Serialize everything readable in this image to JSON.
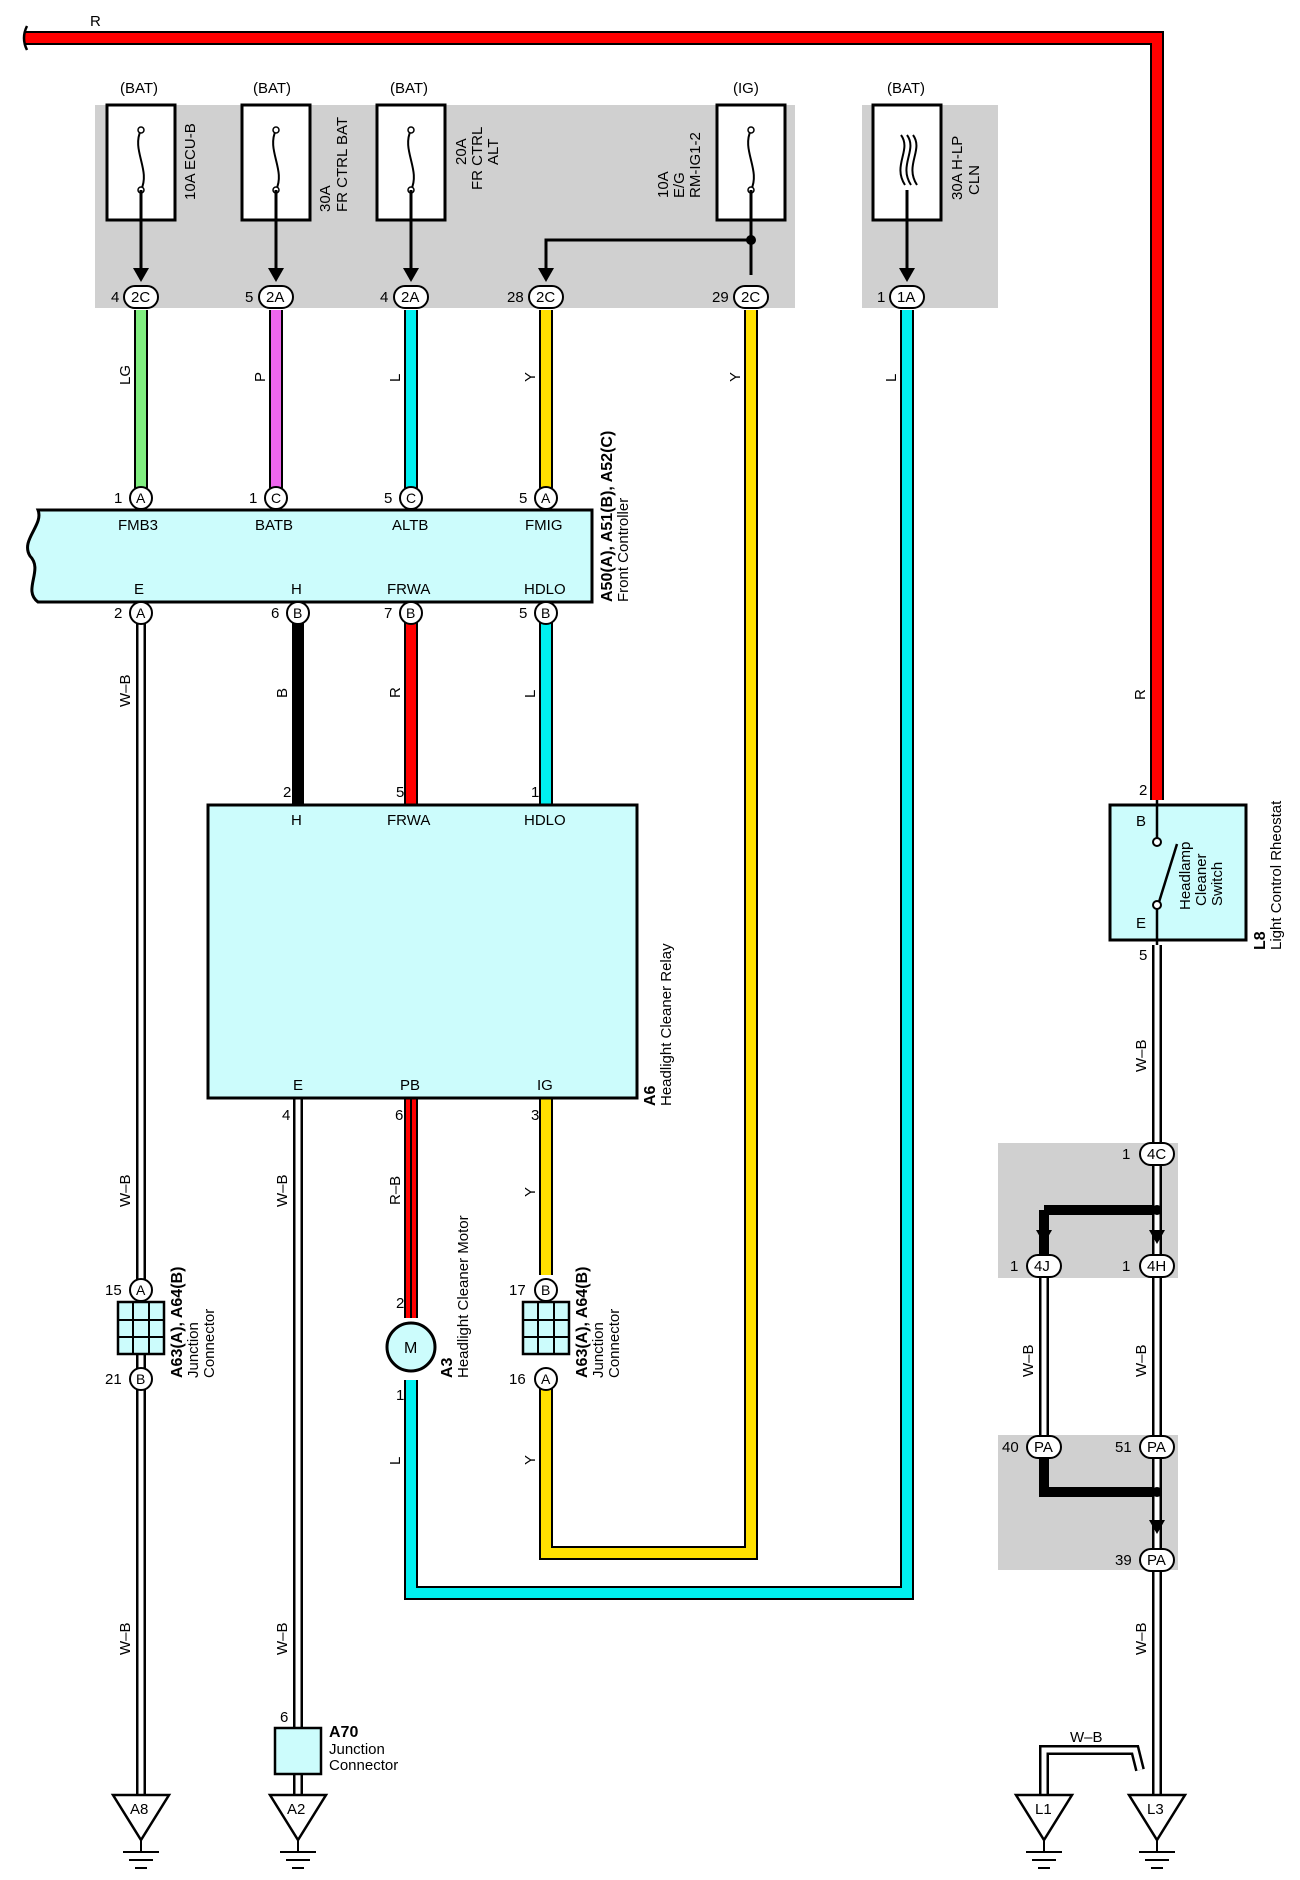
{
  "top_wire_color_code": "R",
  "fuses": [
    {
      "id": "fuse-ecu-b",
      "source": "(BAT)",
      "lines": [
        "10A ECU-B"
      ],
      "pin": "4",
      "conn": "2C"
    },
    {
      "id": "fuse-fr-ctrl-bat",
      "source": "(BAT)",
      "lines": [
        "30A",
        "FR CTRL BAT"
      ],
      "pin": "5",
      "conn": "2A"
    },
    {
      "id": "fuse-fr-ctrl-alt",
      "source": "(BAT)",
      "lines": [
        "20A",
        "FR CTRL",
        "ALT"
      ],
      "pin": "4",
      "conn": "2A"
    },
    {
      "id": "fuse-rm-ig1-2",
      "source": "(IG)",
      "lines": [
        "10A",
        "E/G",
        "RM-IG1-2"
      ],
      "pin": "28",
      "conn": "2C"
    },
    {
      "id": "fuse-h-lp-cln",
      "source": "(BAT)",
      "lines": [
        "30A H-LP",
        "CLN"
      ],
      "pin": "1",
      "conn": "1A"
    }
  ],
  "extra_fuse_pin": {
    "pin": "29",
    "conn": "2C"
  },
  "wires": {
    "lg": "LG",
    "p": "P",
    "l": "L",
    "y": "Y",
    "b": "B",
    "r": "R",
    "wb": "W–B",
    "rb": "R–B"
  },
  "front_controller": {
    "title": "A50(A), A51(B), A52(C)",
    "name": "Front Controller",
    "top_pins": [
      {
        "pin": "1",
        "conn": "A",
        "label": "FMB3"
      },
      {
        "pin": "1",
        "conn": "C",
        "label": "BATB"
      },
      {
        "pin": "5",
        "conn": "C",
        "label": "ALTB"
      },
      {
        "pin": "5",
        "conn": "A",
        "label": "FMIG"
      }
    ],
    "bottom_pins": [
      {
        "pin": "2",
        "conn": "A",
        "label": "E"
      },
      {
        "pin": "6",
        "conn": "B",
        "label": "H"
      },
      {
        "pin": "7",
        "conn": "B",
        "label": "FRWA"
      },
      {
        "pin": "5",
        "conn": "B",
        "label": "HDLO"
      }
    ]
  },
  "relay": {
    "code": "A6",
    "name": "Headlight Cleaner Relay",
    "top_pins": [
      {
        "pin": "2",
        "label": "H"
      },
      {
        "pin": "5",
        "label": "FRWA"
      },
      {
        "pin": "1",
        "label": "HDLO"
      }
    ],
    "bottom_pins": [
      {
        "pin": "4",
        "label": "E"
      },
      {
        "pin": "6",
        "label": "PB"
      },
      {
        "pin": "3",
        "label": "IG"
      }
    ]
  },
  "motor": {
    "code": "A3",
    "name": "Headlight Cleaner Motor",
    "symbol": "M",
    "pin_top": "2",
    "pin_bottom": "1"
  },
  "junction_left": {
    "title": "A63(A), A64(B)",
    "name1": "Junction",
    "name2": "Connector",
    "pin_top": "15",
    "conn_top": "A",
    "pin_bottom": "21",
    "conn_bottom": "B"
  },
  "junction_mid": {
    "title": "A63(A), A64(B)",
    "name1": "Junction",
    "name2": "Connector",
    "pin_top": "17",
    "conn_top": "B",
    "pin_bottom": "16",
    "conn_bottom": "A"
  },
  "a70": {
    "code": "A70",
    "name1": "Junction",
    "name2": "Connector",
    "pin": "6"
  },
  "rheostat": {
    "code": "L8",
    "name": "Light Control Rheostat",
    "switch_lines": [
      "Headlamp",
      "Cleaner",
      "Switch"
    ],
    "pin_b_num": "2",
    "pin_b": "B",
    "pin_e_num": "5",
    "pin_e": "E"
  },
  "right_connectors": [
    {
      "pin": "1",
      "conn": "4C"
    },
    {
      "pin": "1",
      "conn": "4J"
    },
    {
      "pin": "1",
      "conn": "4H"
    },
    {
      "pin": "40",
      "conn": "PA"
    },
    {
      "pin": "51",
      "conn": "PA"
    },
    {
      "pin": "39",
      "conn": "PA"
    }
  ],
  "grounds": [
    "A8",
    "A2",
    "L1",
    "L3"
  ],
  "colors": {
    "red": "#ff0000",
    "lg": "#80ee80",
    "pink": "#ee66ee",
    "cyan": "#00f0f0",
    "yellow": "#ffe000",
    "black": "#000000",
    "box": "#ccfcfc",
    "gray": "#d0d0d0"
  }
}
